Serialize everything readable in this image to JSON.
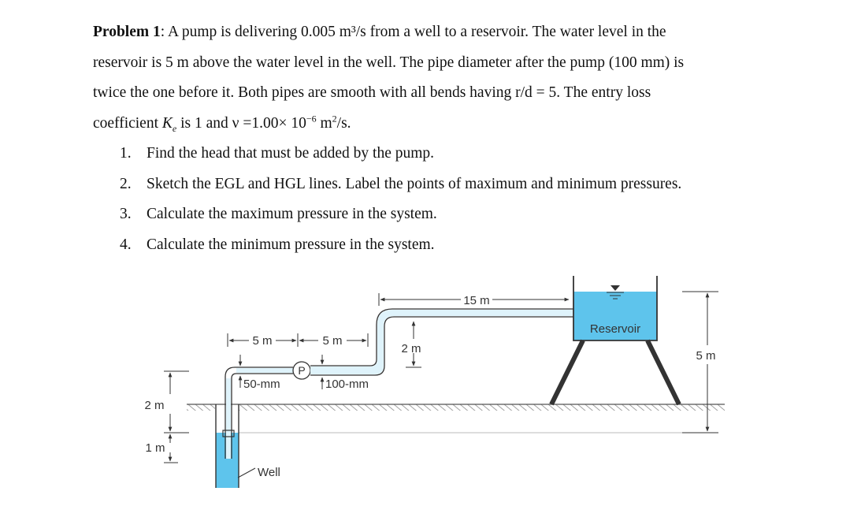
{
  "problem": {
    "label": "Problem 1",
    "line1": ": A pump is delivering 0.005 m³/s from a well to a reservoir. The water level in the",
    "line2": "reservoir is 5 m above the water level in the well. The pipe diameter after the pump (100 mm) is",
    "line3": "twice the one before it. Both pipes are smooth with all bends having r/d = 5. The entry loss",
    "line4_pre": "coefficient ",
    "ke_symbol": "K",
    "ke_sub": "e",
    "line4_post": " is 1 and ν =1.00× 10",
    "exponent": "−6",
    "line4_unit": " m",
    "unit_sup": "2",
    "line4_end": "/s."
  },
  "tasks": [
    {
      "num": "1.",
      "text": "Find the head that must be added by the pump."
    },
    {
      "num": "2.",
      "text": "Sketch the EGL and HGL lines. Label the points of maximum and minimum pressures."
    },
    {
      "num": "3.",
      "text": "Calculate the maximum pressure in the system."
    },
    {
      "num": "4.",
      "text": "Calculate the minimum pressure in the system."
    }
  ],
  "figure": {
    "dim_5m_a": "5 m",
    "dim_5m_b": "5 m",
    "dim_15m": "15 m",
    "dim_2m_rise": "2 m",
    "dim_5m_right": "5 m",
    "dim_2m_left": "2 m",
    "dim_1m_left": "1 m",
    "pipe_50": "50-mm",
    "pipe_100": "100-mm",
    "pump": "P",
    "reservoir": "Reservoir",
    "well": "Well",
    "colors": {
      "water": "#5ec4ec",
      "stroke": "#333333",
      "ground": "#9a9a9a"
    }
  }
}
